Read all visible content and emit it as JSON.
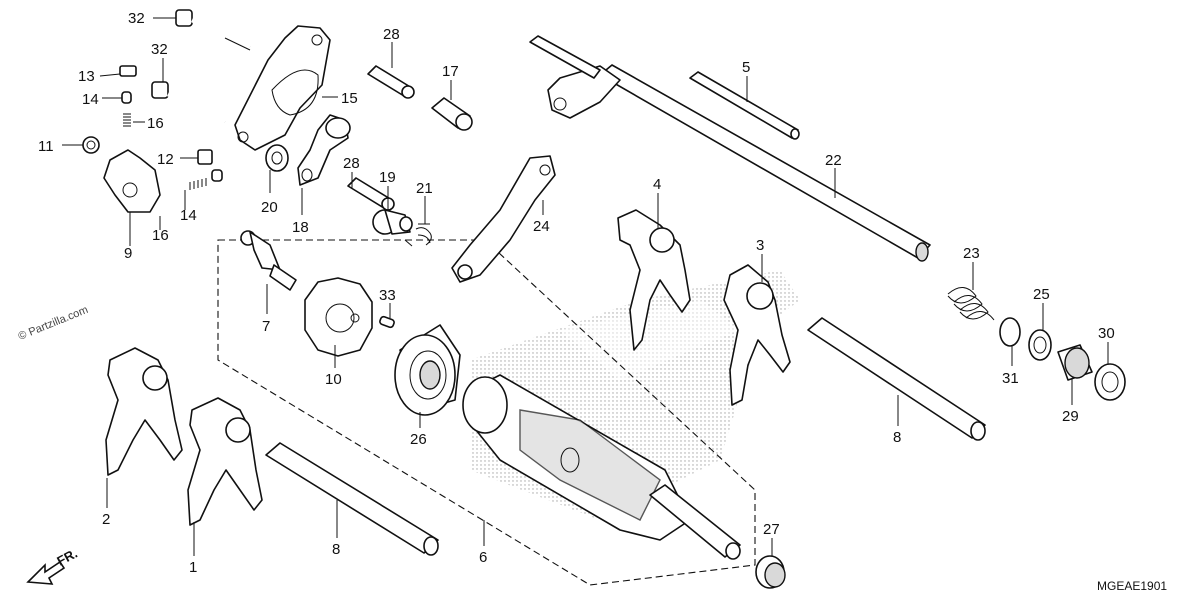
{
  "diagram": {
    "watermark": "© Partzilla.com",
    "diagram_code": "MGEAE1901",
    "direction_label": "FR.",
    "callouts": [
      {
        "id": "c32a",
        "text": "32"
      },
      {
        "id": "c32b",
        "text": "32"
      },
      {
        "id": "c13",
        "text": "13"
      },
      {
        "id": "c14a",
        "text": "14"
      },
      {
        "id": "c16a",
        "text": "16"
      },
      {
        "id": "c11",
        "text": "11"
      },
      {
        "id": "c12",
        "text": "12"
      },
      {
        "id": "c14b",
        "text": "14"
      },
      {
        "id": "c16b",
        "text": "16"
      },
      {
        "id": "c9",
        "text": "9"
      },
      {
        "id": "c28a",
        "text": "28"
      },
      {
        "id": "c17",
        "text": "17"
      },
      {
        "id": "c15",
        "text": "15"
      },
      {
        "id": "c20",
        "text": "20"
      },
      {
        "id": "c18",
        "text": "18"
      },
      {
        "id": "c28b",
        "text": "28"
      },
      {
        "id": "c19",
        "text": "19"
      },
      {
        "id": "c21",
        "text": "21"
      },
      {
        "id": "c24",
        "text": "24"
      },
      {
        "id": "c5",
        "text": "5"
      },
      {
        "id": "c22",
        "text": "22"
      },
      {
        "id": "c4",
        "text": "4"
      },
      {
        "id": "c3",
        "text": "3"
      },
      {
        "id": "c23",
        "text": "23"
      },
      {
        "id": "c25",
        "text": "25"
      },
      {
        "id": "c30",
        "text": "30"
      },
      {
        "id": "c31",
        "text": "31"
      },
      {
        "id": "c29",
        "text": "29"
      },
      {
        "id": "c8a",
        "text": "8"
      },
      {
        "id": "c7",
        "text": "7"
      },
      {
        "id": "c33",
        "text": "33"
      },
      {
        "id": "c10",
        "text": "10"
      },
      {
        "id": "c26",
        "text": "26"
      },
      {
        "id": "c2",
        "text": "2"
      },
      {
        "id": "c1",
        "text": "1"
      },
      {
        "id": "c8b",
        "text": "8"
      },
      {
        "id": "c6",
        "text": "6"
      },
      {
        "id": "c27",
        "text": "27"
      }
    ]
  }
}
